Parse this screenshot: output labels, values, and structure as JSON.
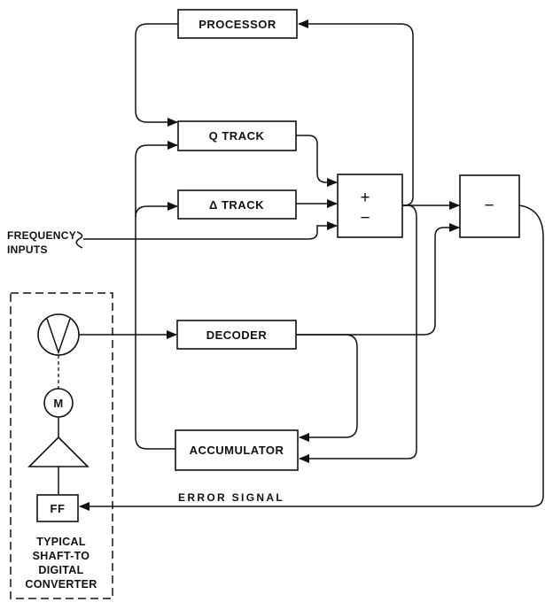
{
  "blocks": {
    "processor": "PROCESSOR",
    "q_track": "Q TRACK",
    "delta_track": "Δ TRACK",
    "decoder": "DECODER",
    "accumulator": "ACCUMULATOR",
    "summer_plus": "+",
    "summer_minus": "−",
    "comparator_minus": "−",
    "flip_flop": "FF",
    "motor": "M"
  },
  "labels": {
    "frequency_line1": "FREQUENCY",
    "frequency_line2": "INPUTS",
    "error_signal": "ERROR SIGNAL"
  },
  "converter": {
    "line1": "TYPICAL",
    "line2": "SHAFT-TO",
    "line3": "DIGITAL",
    "line4": "CONVERTER"
  }
}
